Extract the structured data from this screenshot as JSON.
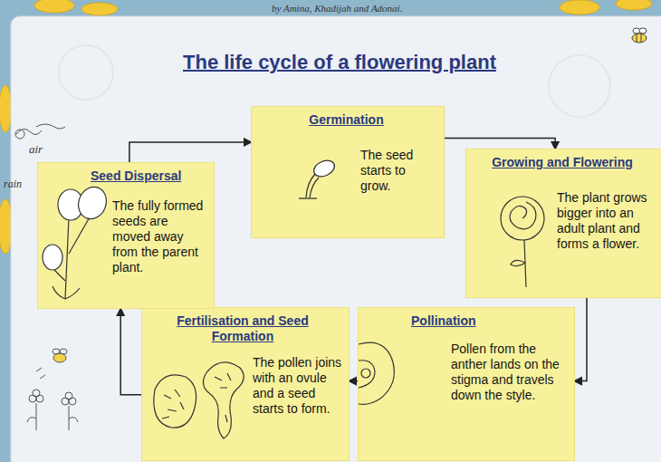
{
  "diagram": {
    "title": "The life cycle of a flowering plant",
    "nodes": [
      {
        "text": [
          "Germination",
          "The seed starts to grow."
        ]
      },
      {
        "text": [
          "Growing and Flowering",
          "The plant grows bigger into an adult plant and forms a flower."
        ]
      },
      {
        "text": [
          "Pollination",
          "Pollen from the anther lands on the stigma and travels down the style."
        ]
      },
      {
        "text": [
          "Fertilisation and Seed Formation",
          "The pollen joins with an ovule and a seed starts to form."
        ]
      },
      {
        "text": [
          "Seed Dispersal",
          "The fully formed seeds are moved away from the parent plant."
        ]
      }
    ],
    "edges": [
      {
        "from": 4,
        "to": 0,
        "arrow": "to"
      },
      {
        "from": 0,
        "to": 1,
        "arrow": "to"
      },
      {
        "from": 1,
        "to": 2,
        "arrow": "to"
      },
      {
        "from": 2,
        "to": 3,
        "arrow": "to"
      },
      {
        "from": 3,
        "to": 4,
        "arrow": "to"
      }
    ],
    "labels": [
      "by Amina, Khadijah and Adonai.",
      "air",
      "rain"
    ]
  }
}
